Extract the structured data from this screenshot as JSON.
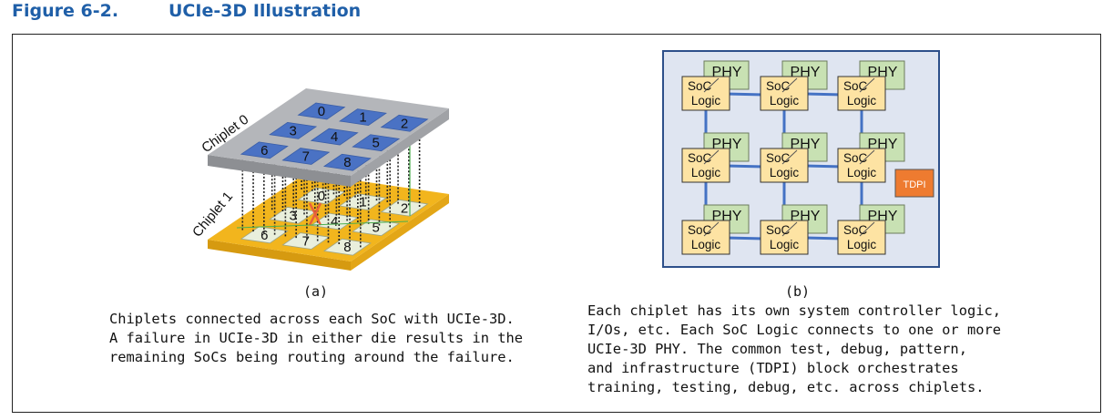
{
  "figure": {
    "number": "Figure 6-2.",
    "title": "UCIe-3D Illustration"
  },
  "panel_a": {
    "chiplet_top": "Chiplet 0",
    "chiplet_bottom": "Chiplet 1",
    "top_tiles": [
      "0",
      "1",
      "2",
      "3",
      "4",
      "5",
      "6",
      "7",
      "8"
    ],
    "bottom_tiles": [
      "0",
      "1",
      "2",
      "3",
      "4",
      "5",
      "6",
      "7",
      "8"
    ],
    "label": "(a)",
    "caption_lines": [
      "Chiplets connected across each SoC with UCIe-3D.",
      "A failure in UCIe-3D in either die results in the",
      "remaining SoCs being routing around the failure."
    ]
  },
  "panel_b": {
    "phy_label": "PHY",
    "soc_line1": "SoC",
    "soc_line2": "Logic",
    "tdpi_label": "TDPI",
    "label": "(b)",
    "caption_lines": [
      "Each chiplet has its own system controller logic,",
      "I/Os, etc. Each SoC Logic connects to one or more",
      "UCIe-3D PHY. The common test, debug, pattern,",
      "and infrastructure (TDPI) block orchestrates",
      "training, testing, debug, etc. across chiplets."
    ]
  },
  "colors": {
    "heading": "#1f5fa8",
    "top_die": "#b4b6ba",
    "bottom_die": "#f2b51d",
    "tile_top": "#4a72c4",
    "tile_bottom": "#e9efdc",
    "phy_fill": "#c8e1b3",
    "soc_fill": "#fde3a3",
    "tdpi_fill": "#ee7b30",
    "grid_bg": "#dfe5f1",
    "link": "#4472c4"
  }
}
